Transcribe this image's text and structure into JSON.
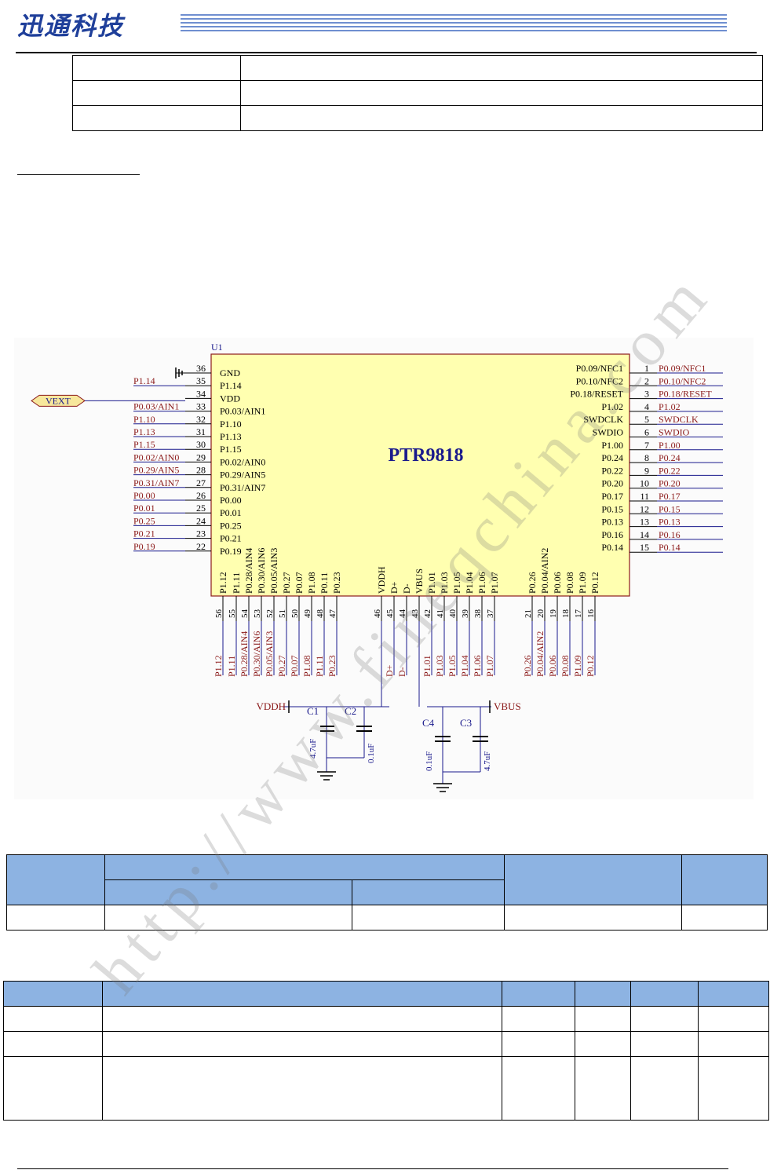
{
  "header": {
    "logo_text": "迅通科技"
  },
  "watermark": "http://www.fineqchina.com",
  "schematic": {
    "ref": "U1",
    "chip_name": "PTR9818",
    "vext": "VEXT",
    "left_pins": [
      {
        "net": "",
        "num": "36",
        "name": "GND"
      },
      {
        "net": "P1.14",
        "num": "35",
        "name": "P1.14"
      },
      {
        "net": "",
        "num": "34",
        "name": "VDD"
      },
      {
        "net": "P0.03/AIN1",
        "num": "33",
        "name": "P0.03/AIN1"
      },
      {
        "net": "P1.10",
        "num": "32",
        "name": "P1.10"
      },
      {
        "net": "P1.13",
        "num": "31",
        "name": "P1.13"
      },
      {
        "net": "P1.15",
        "num": "30",
        "name": "P1.15"
      },
      {
        "net": "P0.02/AIN0",
        "num": "29",
        "name": "P0.02/AIN0"
      },
      {
        "net": "P0.29/AIN5",
        "num": "28",
        "name": "P0.29/AIN5"
      },
      {
        "net": "P0.31/AIN7",
        "num": "27",
        "name": "P0.31/AIN7"
      },
      {
        "net": "P0.00",
        "num": "26",
        "name": "P0.00"
      },
      {
        "net": "P0.01",
        "num": "25",
        "name": "P0.01"
      },
      {
        "net": "P0.25",
        "num": "24",
        "name": "P0.25"
      },
      {
        "net": "P0.21",
        "num": "23",
        "name": "P0.21"
      },
      {
        "net": "P0.19",
        "num": "22",
        "name": "P0.19"
      }
    ],
    "right_pins": [
      {
        "name": "P0.09/NFC1",
        "num": "1",
        "net": "P0.09/NFC1"
      },
      {
        "name": "P0.10/NFC2",
        "num": "2",
        "net": "P0.10/NFC2"
      },
      {
        "name": "P0.18/RESET",
        "num": "3",
        "net": "P0.18/RESET"
      },
      {
        "name": "P1.02",
        "num": "4",
        "net": "P1.02"
      },
      {
        "name": "SWDCLK",
        "num": "5",
        "net": "SWDCLK"
      },
      {
        "name": "SWDIO",
        "num": "6",
        "net": "SWDIO"
      },
      {
        "name": "P1.00",
        "num": "7",
        "net": "P1.00"
      },
      {
        "name": "P0.24",
        "num": "8",
        "net": "P0.24"
      },
      {
        "name": "P0.22",
        "num": "9",
        "net": "P0.22"
      },
      {
        "name": "P0.20",
        "num": "10",
        "net": "P0.20"
      },
      {
        "name": "P0.17",
        "num": "11",
        "net": "P0.17"
      },
      {
        "name": "P0.15",
        "num": "12",
        "net": "P0.15"
      },
      {
        "name": "P0.13",
        "num": "13",
        "net": "P0.13"
      },
      {
        "name": "P0.16",
        "num": "14",
        "net": "P0.16"
      },
      {
        "name": "P0.14",
        "num": "15",
        "net": "P0.14"
      }
    ],
    "bottom_pins": [
      {
        "name": "P1.12",
        "num": "56",
        "net": "P1.12"
      },
      {
        "name": "P1.11",
        "num": "55",
        "net": "P1.11"
      },
      {
        "name": "P0.28/AIN4",
        "num": "54",
        "net": "P0.28/AIN4"
      },
      {
        "name": "P0.30/AIN6",
        "num": "53",
        "net": "P0.30/AIN6"
      },
      {
        "name": "P0.05/AIN3",
        "num": "52",
        "net": "P0.05/AIN3"
      },
      {
        "name": "P0.27",
        "num": "51",
        "net": "P0.27"
      },
      {
        "name": "P0.07",
        "num": "50",
        "net": "P0.07"
      },
      {
        "name": "P1.08",
        "num": "49",
        "net": "P1.08"
      },
      {
        "name": "P0.11",
        "num": "48",
        "net": "P1.11"
      },
      {
        "name": "P0.23",
        "num": "47",
        "net": "P0.23"
      },
      {
        "name": "VDDH",
        "num": "46",
        "net": ""
      },
      {
        "name": "D+",
        "num": "45",
        "net": "D+"
      },
      {
        "name": "D-",
        "num": "44",
        "net": "D-"
      },
      {
        "name": "VBUS",
        "num": "43",
        "net": ""
      },
      {
        "name": "P1.01",
        "num": "42",
        "net": "P1.01"
      },
      {
        "name": "P1.03",
        "num": "41",
        "net": "P1.03"
      },
      {
        "name": "P1.05",
        "num": "40",
        "net": "P1.05"
      },
      {
        "name": "P1.04",
        "num": "39",
        "net": "P1.04"
      },
      {
        "name": "P1.06",
        "num": "38",
        "net": "P1.06"
      },
      {
        "name": "P1.07",
        "num": "37",
        "net": "P1.07"
      },
      {
        "name": "P0.26",
        "num": "21",
        "net": "P0.26"
      },
      {
        "name": "P0.04/AIN2",
        "num": "20",
        "net": "P0.04/AIN2"
      },
      {
        "name": "P0.06",
        "num": "19",
        "net": "P0.06"
      },
      {
        "name": "P0.08",
        "num": "18",
        "net": "P0.08"
      },
      {
        "name": "P1.09",
        "num": "17",
        "net": "P1.09"
      },
      {
        "name": "P0.12",
        "num": "16",
        "net": "P0.12"
      }
    ],
    "vddh_label": "VDDH",
    "vbus_label": "VBUS",
    "caps": [
      {
        "ref": "C1",
        "value": "4.7uF"
      },
      {
        "ref": "C2",
        "value": "0.1uF"
      },
      {
        "ref": "C4",
        "value": "0.1uF"
      },
      {
        "ref": "C3",
        "value": "4.7uF"
      }
    ]
  },
  "colors": {
    "net_red": "#8b1a1a",
    "text_blue": "#1a1a8c",
    "wire_blue": "#1a1a8c",
    "chip_fill": "#ffffb0",
    "chip_border": "#8b1a1a",
    "table_header": "#8db3e2"
  }
}
